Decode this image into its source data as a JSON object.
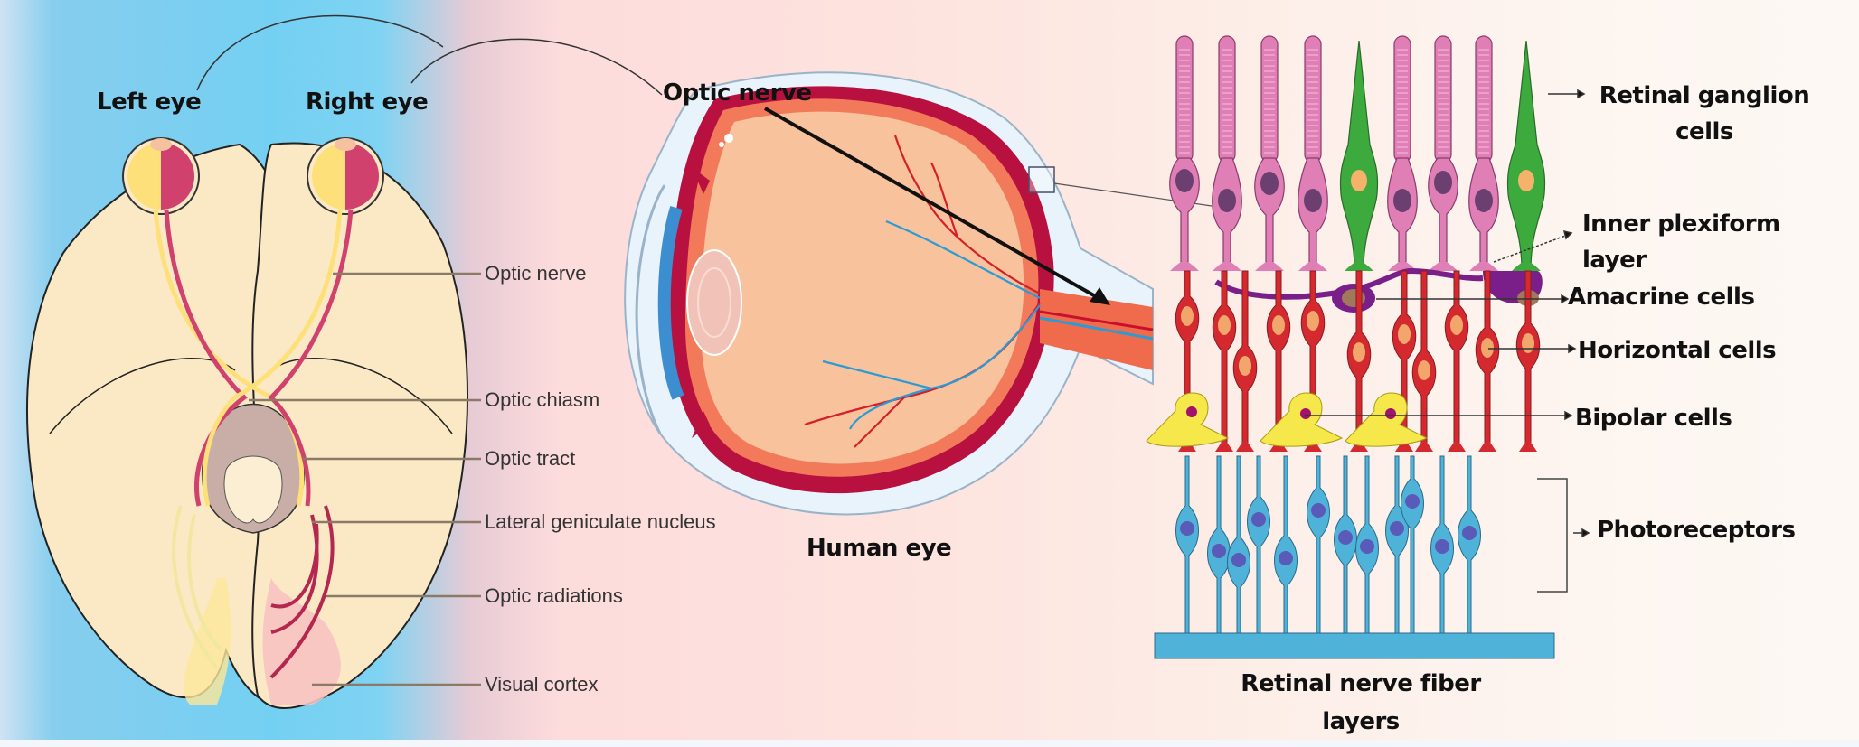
{
  "figure": {
    "brain_panel": {
      "eye_labels": {
        "left": "Left eye",
        "right": "Right eye"
      },
      "pathway_labels": [
        "Optic nerve",
        "Optic chiasm",
        "Optic tract",
        "Lateral geniculate nucleus",
        "Optic radiations",
        "Visual cortex"
      ]
    },
    "eye_panel": {
      "optic_nerve_label": "Optic nerve",
      "caption": "Human eye"
    },
    "retina_panel": {
      "labels": {
        "ganglion_line1": "Retinal ganglion",
        "ganglion_line2": "cells",
        "plexiform_line1": "Inner plexiform",
        "plexiform_line2": "layer",
        "amacrine": "Amacrine cells",
        "horizontal": "Horizontal cells",
        "bipolar": "Bipolar cells",
        "photoreceptors": "Photoreceptors"
      },
      "caption_line1": "Retinal nerve fiber",
      "caption_line2": "layers"
    },
    "colors": {
      "background_blue": "#74d0f2",
      "background_pink": "#fddcdc",
      "brain_tissue": "#fbe9c6",
      "eye_yellow": "#fde07a",
      "eye_crimson": "#d1416e",
      "rod_pink": "#e07fb6",
      "cone_green": "#3caa3c",
      "cell_red": "#d42a2f",
      "amacrine_purple": "#7a1f8a",
      "bipolar_yellow": "#f6e84a",
      "photoreceptor_blue": "#4fb3d9"
    }
  }
}
